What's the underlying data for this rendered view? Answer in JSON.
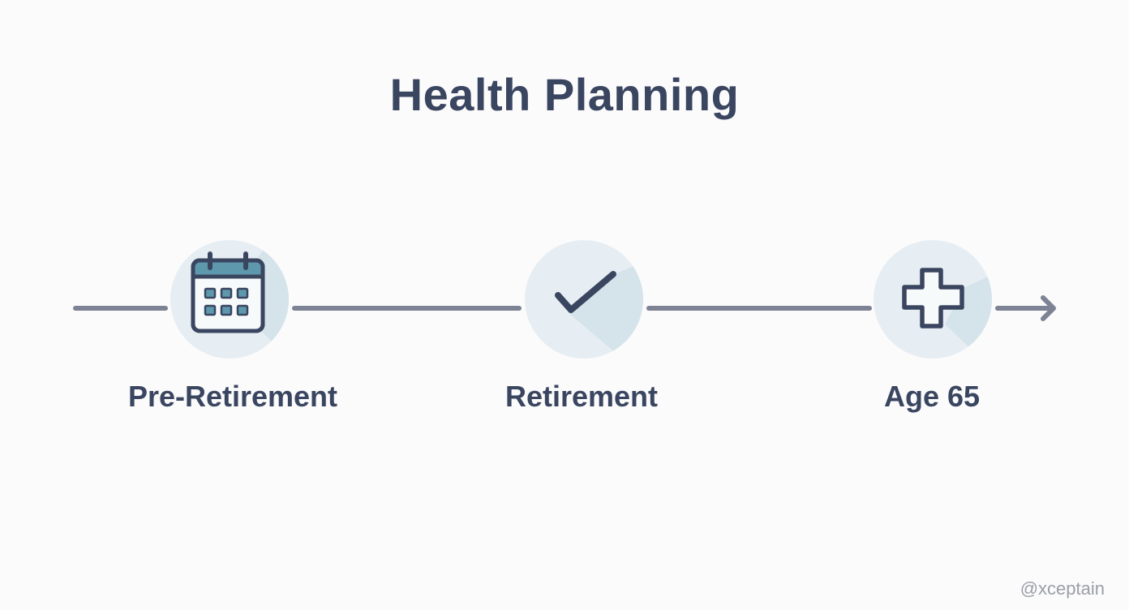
{
  "title": "Health Planning",
  "stages": [
    {
      "label": "Pre-Retirement",
      "icon": "calendar-icon"
    },
    {
      "label": "Retirement",
      "icon": "check-icon"
    },
    {
      "label": "Age 65",
      "icon": "medical-cross-icon"
    }
  ],
  "watermark": "@xceptain",
  "colors": {
    "text": "#3a4560",
    "line": "#7d8394",
    "circle": "#e6eef3",
    "calendar_accent": "#5d98ad"
  }
}
